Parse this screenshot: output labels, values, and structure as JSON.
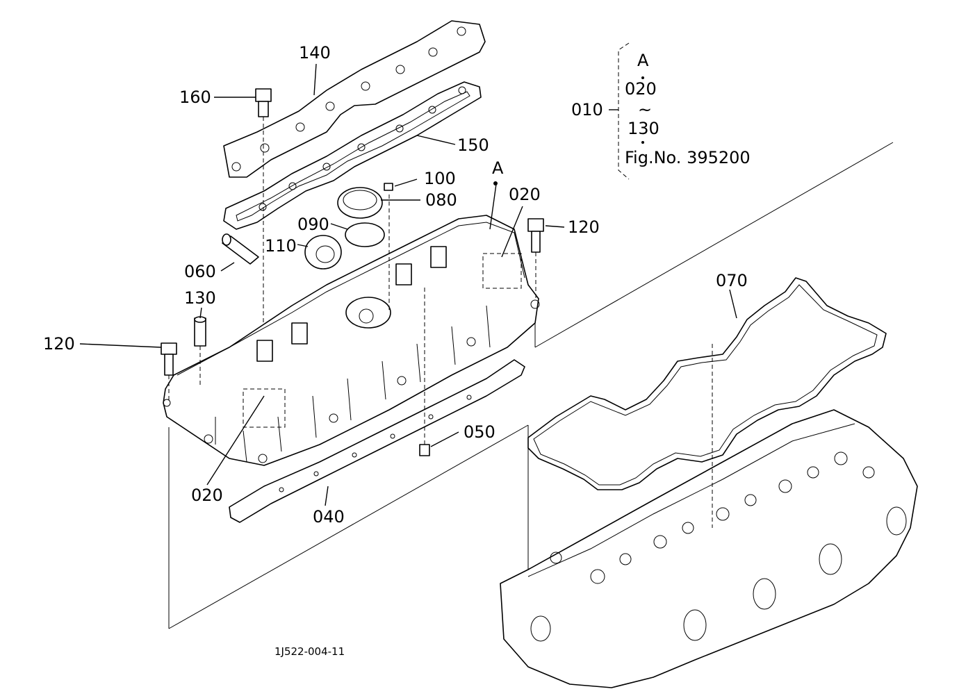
{
  "diagram": {
    "callouts": [
      {
        "id": "140",
        "label": "140"
      },
      {
        "id": "160",
        "label": "160"
      },
      {
        "id": "150",
        "label": "150"
      },
      {
        "id": "100",
        "label": "100"
      },
      {
        "id": "080",
        "label": "080"
      },
      {
        "id": "A_top",
        "label": "A"
      },
      {
        "id": "020_top",
        "label": "020"
      },
      {
        "id": "090",
        "label": "090"
      },
      {
        "id": "110",
        "label": "110"
      },
      {
        "id": "120_right",
        "label": "120"
      },
      {
        "id": "060",
        "label": "060"
      },
      {
        "id": "130",
        "label": "130"
      },
      {
        "id": "070",
        "label": "070"
      },
      {
        "id": "120_left",
        "label": "120"
      },
      {
        "id": "050",
        "label": "050"
      },
      {
        "id": "020_bottom",
        "label": "020"
      },
      {
        "id": "040",
        "label": "040"
      }
    ],
    "assembly_note": {
      "ref": "010",
      "lines": [
        "A",
        "020",
        "~",
        "130",
        "Fig.No. 395200"
      ]
    },
    "figure_code": "1J522-004-11"
  }
}
